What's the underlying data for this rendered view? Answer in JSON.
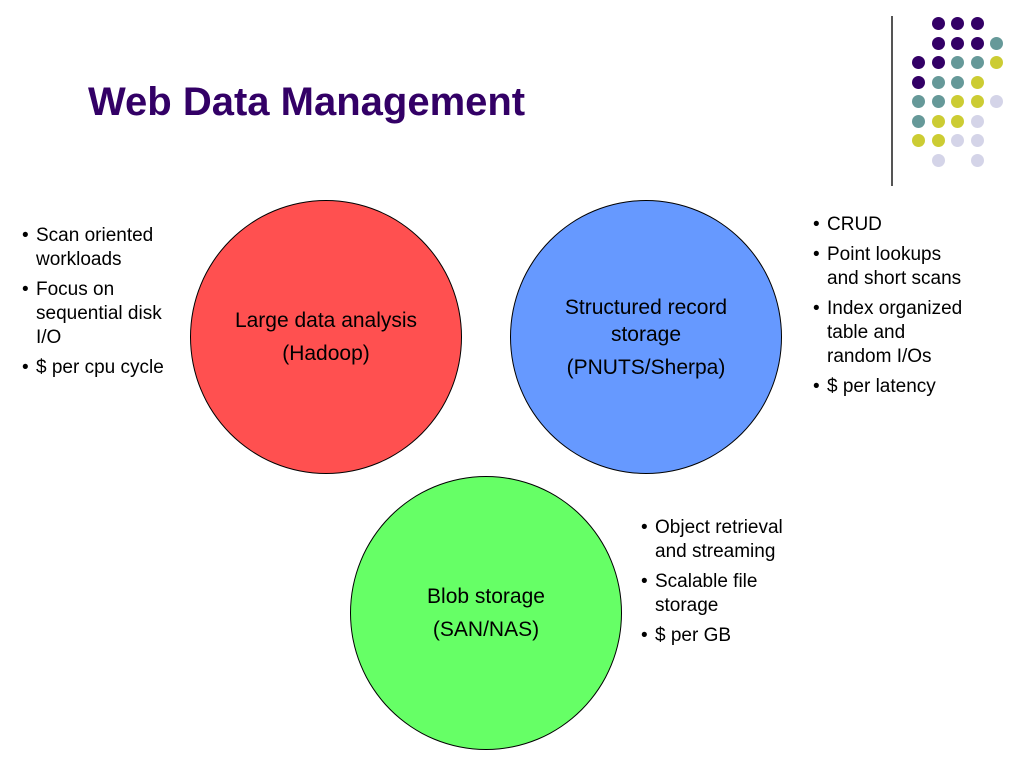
{
  "slide": {
    "title": "Web Data Management"
  },
  "decoration": {
    "dot_colors": {
      "purple": "#330066",
      "teal": "#669999",
      "olive": "#cccc33",
      "lavender": "#d4d4e8"
    },
    "line_color": "#555555"
  },
  "circles": [
    {
      "label": "Large data analysis",
      "sub": "(Hadoop)",
      "color": "#ff5050"
    },
    {
      "label": "Structured record storage",
      "sub": "(PNUTS/Sherpa)",
      "color": "#6699ff"
    },
    {
      "label": "Blob storage",
      "sub": "(SAN/NAS)",
      "color": "#66ff66"
    }
  ],
  "bullets": {
    "large_data": [
      "Scan oriented workloads",
      "Focus on sequential disk I/O",
      "$ per cpu cycle"
    ],
    "structured": [
      "CRUD",
      "Point lookups and short scans",
      "Index organized table and random I/Os",
      "$ per latency"
    ],
    "blob": [
      "Object retrieval and streaming",
      "Scalable file storage",
      "$ per GB"
    ]
  }
}
